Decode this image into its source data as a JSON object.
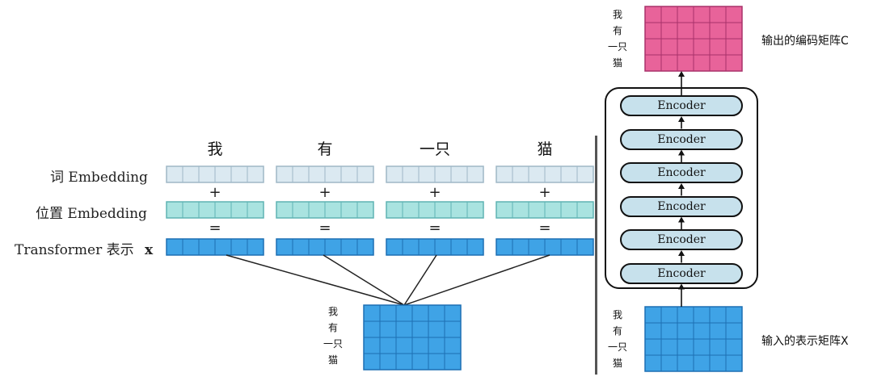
{
  "left": {
    "words": [
      "我",
      "有",
      "一只",
      "猫"
    ],
    "rows": [
      {
        "label": "词 Embedding",
        "color": "#dbe9f1",
        "border": "#9fb7c6"
      },
      {
        "label": "位置 Embedding",
        "color": "#a9e3e0",
        "border": "#5fb3b3"
      },
      {
        "label": "Transformer 表示",
        "color": "#3fa3e6",
        "border": "#1d6fb3"
      }
    ],
    "x_symbol": "x",
    "plus": "+",
    "equals": "=",
    "matrix_tokens": [
      "我",
      "有",
      "一只",
      "猫"
    ]
  },
  "right": {
    "encoder_label": "Encoder",
    "encoder_count": 6,
    "input_tokens": [
      "我",
      "有",
      "一只",
      "猫"
    ],
    "output_tokens": [
      "我",
      "有",
      "一只",
      "猫"
    ],
    "input_label": "输入的表示矩阵X",
    "output_label": "输出的编码矩阵C",
    "input_color": "#3fa3e6",
    "output_color": "#e8639a",
    "encoder_color": "#c7e1ec"
  }
}
